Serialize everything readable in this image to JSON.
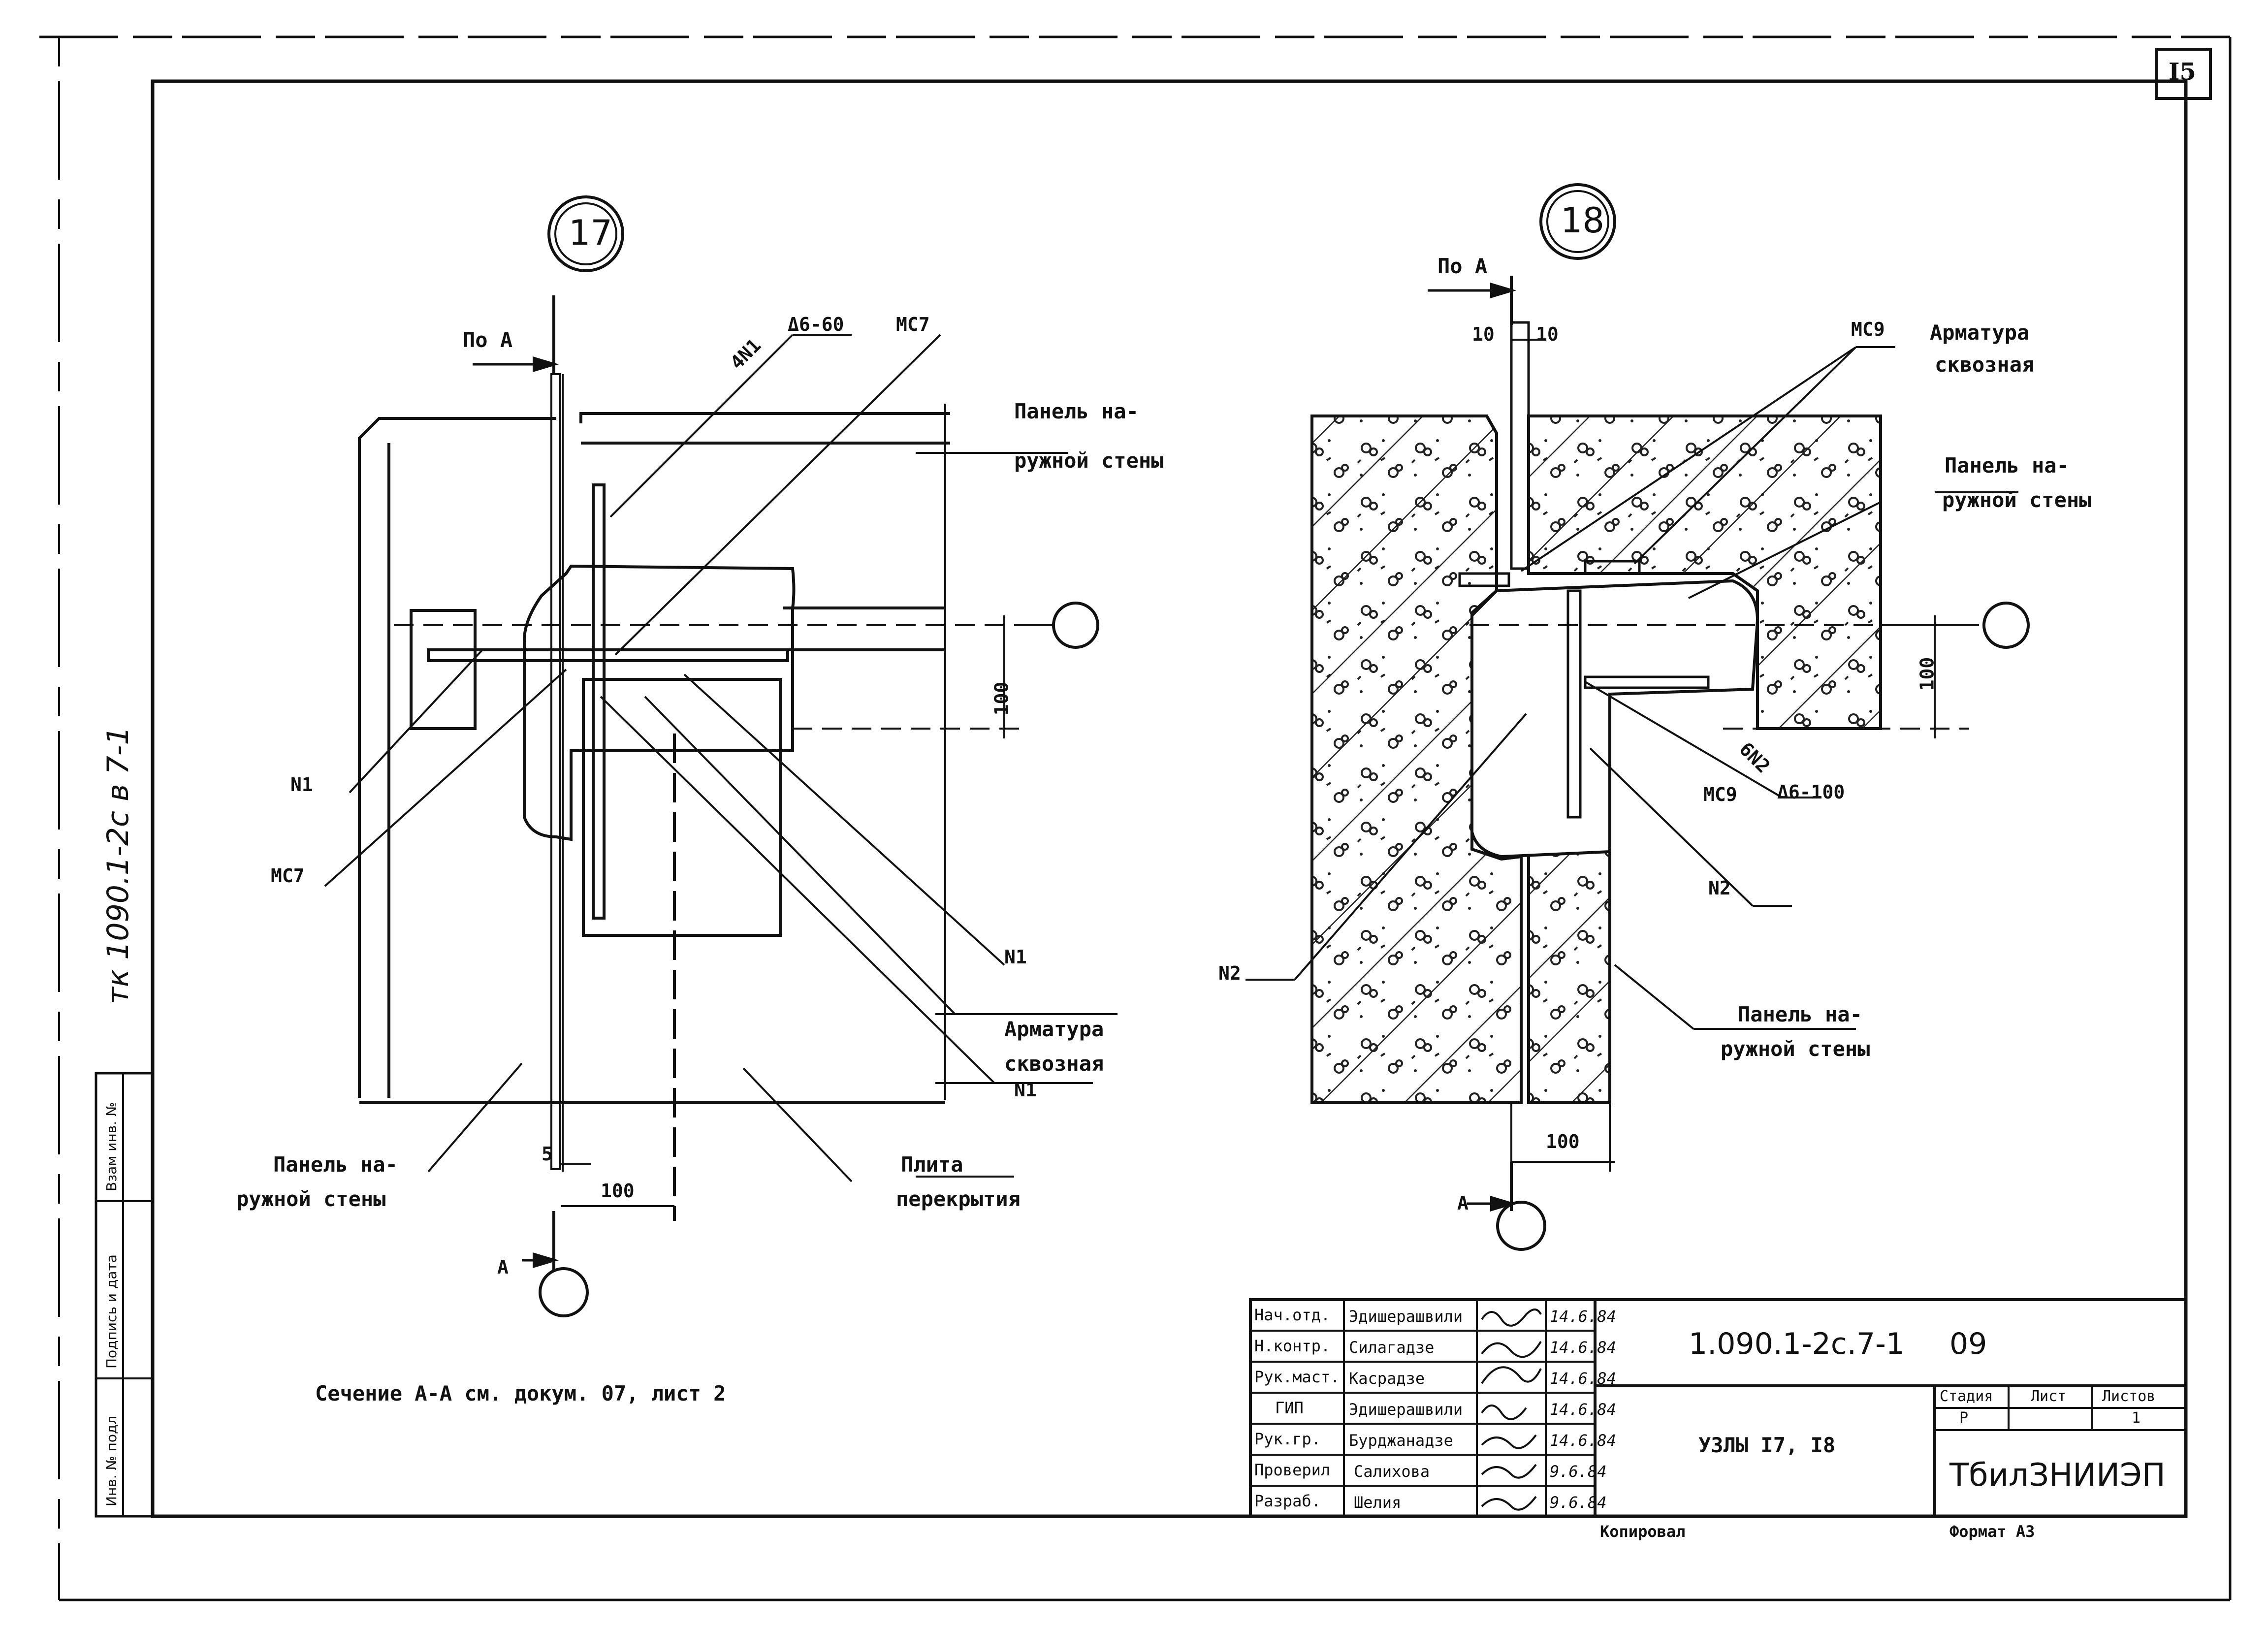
{
  "sheet": {
    "page_number": "I5",
    "archive_note": "тк 1090.1-2с в 7-1",
    "side_stamp": [
      "Взам инв. №",
      "Подпись и дата",
      "Инв. № подл"
    ]
  },
  "node17": {
    "number": "17",
    "section_marker": "По А",
    "section_letter": "А",
    "labels": {
      "weld_spec_top": "4N1",
      "weld_spec_top_size": "Δ6-60",
      "mc7_top": "МС7",
      "panel_top_1": "Панель на-",
      "panel_top_2": "ружной стены",
      "n1_left": "N1",
      "mc7_left": "МС7",
      "n1_right": "N1",
      "rebar_1": "Арматура",
      "rebar_2": "сквозная",
      "rebar_3": "N1",
      "panel_bottom_1": "Панель на-",
      "panel_bottom_2": "ружной стены",
      "slab_1": "Плита",
      "slab_2": "перекрытия",
      "dim_100_v": "100",
      "dim_5": "5",
      "dim_100_h": "100"
    }
  },
  "node18": {
    "number": "18",
    "section_marker": "По А",
    "section_letter": "А",
    "labels": {
      "dim_10_left": "10",
      "dim_10_right": "10",
      "mc9_top": "МС9",
      "rebar_1": "Арматура",
      "rebar_2": "сквозная",
      "panel_top_1": "Панель на-",
      "panel_top_2": "ружной стены",
      "dim_100_v": "100",
      "weld_spec": "6N2",
      "weld_spec_size": "Δ6-100",
      "mc9_bottom": "МС9",
      "n2_right": "N2",
      "n2_left": "N2",
      "panel_bottom_1": "Панель на-",
      "panel_bottom_2": "ружной стены",
      "dim_100_h": "100"
    }
  },
  "note": "Сечение А-А см. докум. 07, лист 2",
  "title_block": {
    "document_code": "1.090.1-2с.7-1",
    "sheet_code": "09",
    "title": "УЗЛЫ I7, I8",
    "organization": "ТбилЗНИИЭП",
    "stage_header": "Стадия",
    "sheet_header": "Лист",
    "sheets_header": "Листов",
    "stage_value": "Р",
    "sheets_value": "1",
    "copied": "Копировал",
    "format": "Формат А3",
    "people": [
      {
        "role": "Нач.отд.",
        "name": "Эдишерашвили",
        "date": "14.6.84"
      },
      {
        "role": "Н.контр.",
        "name": "Силагадзе",
        "date": "14.6.84"
      },
      {
        "role": "Рук.маст.",
        "name": "Касрадзе",
        "date": "14.6.84"
      },
      {
        "role": "ГИП",
        "name": "Эдишерашвили",
        "date": "14.6.84"
      },
      {
        "role": "Рук.гр.",
        "name": "Бурджанадзе",
        "date": "14.6.84"
      },
      {
        "role": "Проверил",
        "name": "Салихова",
        "date": "9.6.84"
      },
      {
        "role": "Разраб.",
        "name": "Шелия",
        "date": "9.6.84"
      }
    ]
  }
}
